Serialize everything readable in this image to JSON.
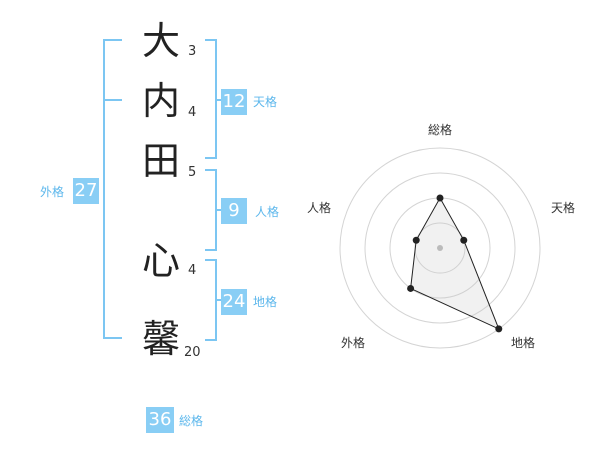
{
  "name": {
    "chars": [
      {
        "char": "大",
        "strokes": "3"
      },
      {
        "char": "内",
        "strokes": "4"
      },
      {
        "char": "田",
        "strokes": "5"
      },
      {
        "char": "心",
        "strokes": "4"
      },
      {
        "char": "馨",
        "strokes": "20"
      }
    ]
  },
  "kaku": {
    "tenkaku": {
      "value": "12",
      "label": "天格"
    },
    "jinkaku": {
      "value": "9",
      "label": "人格"
    },
    "chikaku": {
      "value": "24",
      "label": "地格"
    },
    "gaikaku": {
      "value": "27",
      "label": "外格"
    },
    "soukaku": {
      "value": "36",
      "label": "総格"
    }
  },
  "colors": {
    "accent": "#89cef5",
    "accent_text": "#5cb7ec",
    "bracket": "#7cc6f2"
  },
  "chart_data": {
    "type": "radar",
    "axes": [
      "総格",
      "天格",
      "地格",
      "外格",
      "人格"
    ],
    "values": [
      2,
      1,
      4,
      2,
      1
    ],
    "rings": 4,
    "max": 4
  }
}
